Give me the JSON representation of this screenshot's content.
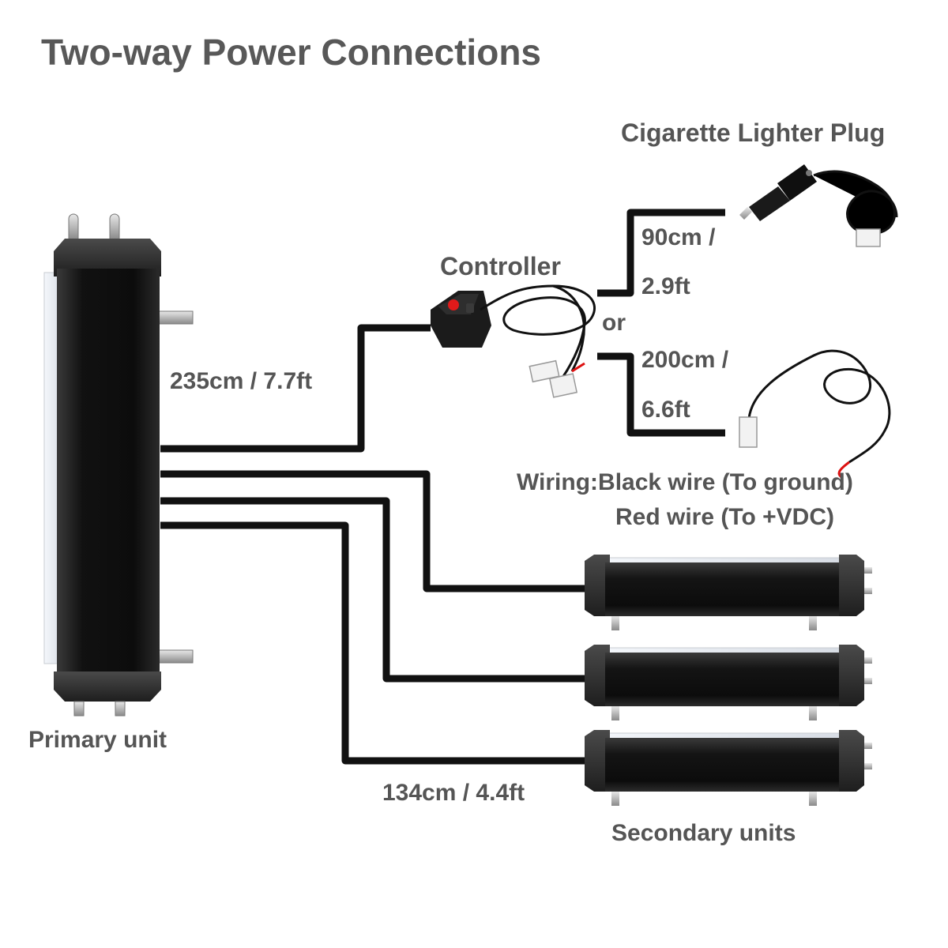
{
  "title": "Two-way Power Connections",
  "labels": {
    "cigarette_plug": "Cigarette Lighter Plug",
    "controller": "Controller",
    "len_main": "235cm / 7.7ft",
    "len_short_a": "90cm /",
    "len_short_b": "2.9ft",
    "or": "or",
    "len_long_a": "200cm /",
    "len_long_b": "6.6ft",
    "wiring_1": "Wiring:Black wire (To ground)",
    "wiring_2": "Red wire (To +VDC)",
    "primary_unit": "Primary unit",
    "len_secondary": "134cm / 4.4ft",
    "secondary_units": "Secondary units"
  },
  "colors": {
    "text": "#555555",
    "wire": "#111111",
    "unit_body": "#1a1a1a",
    "button_red": "#e01a1a"
  }
}
